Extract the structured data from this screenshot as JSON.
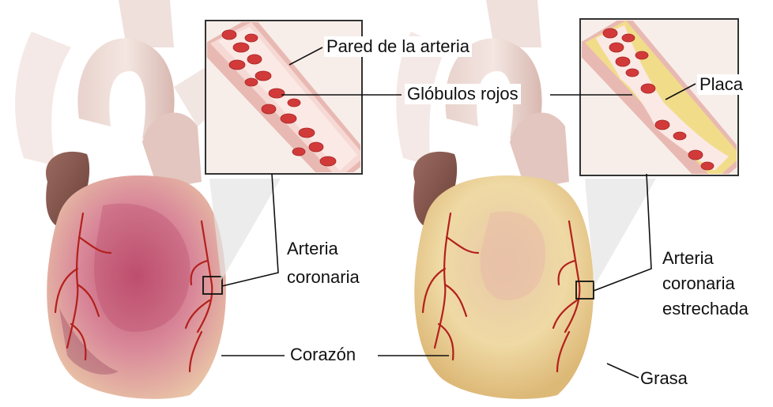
{
  "labels": {
    "artery_wall": "Pared de la arteria",
    "red_blood_cells": "Glóbulos rojos",
    "plaque": "Placa",
    "coronary_artery_line1": "Arteria",
    "coronary_artery_line2": "coronaria",
    "narrowed_line1": "Arteria",
    "narrowed_line2": "coronaria",
    "narrowed_line3": "estrechada",
    "heart": "Corazón",
    "fat": "Grasa"
  },
  "colors": {
    "artery_red": "#b3201c",
    "blood_cell": "#d23a3a",
    "plaque_yellow": "#f1dc8a",
    "healthy_myocardium": "#c8657a",
    "fatty_heart": "#ecd6a0"
  }
}
